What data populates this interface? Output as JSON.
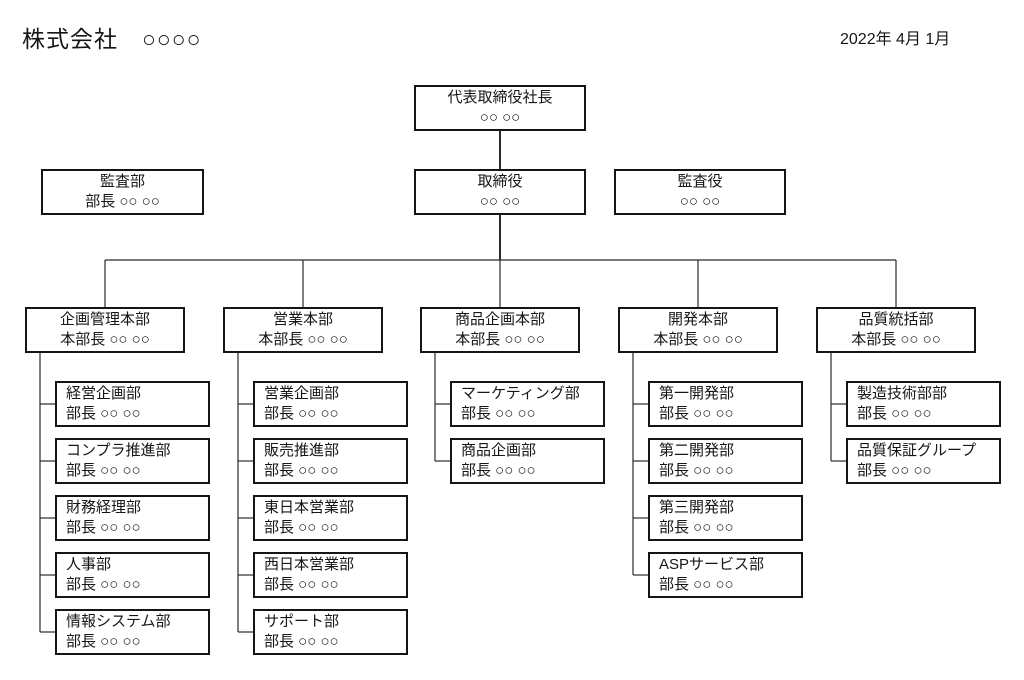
{
  "header": {
    "company_title": "株式会社　○○○○",
    "date": "2022年 4月 1月"
  },
  "colors": {
    "background": "#ffffff",
    "line": "#2a2a2a",
    "text": "#161616"
  },
  "org": {
    "president": {
      "title": "代表取締役社長",
      "name": "○○ ○○"
    },
    "audit_department": {
      "title": "監査部",
      "name": "部長 ○○ ○○"
    },
    "board_director": {
      "title": "取締役",
      "name": "○○ ○○"
    },
    "corporate_auditor": {
      "title": "監査役",
      "name": "○○ ○○"
    },
    "divisions": [
      {
        "title": "企画管理本部",
        "name": "本部長 ○○ ○○",
        "departments": [
          {
            "title": "経営企画部",
            "name": "部長 ○○ ○○"
          },
          {
            "title": "コンプラ推進部",
            "name": "部長 ○○ ○○"
          },
          {
            "title": "財務経理部",
            "name": "部長 ○○ ○○"
          },
          {
            "title": "人事部",
            "name": "部長 ○○ ○○"
          },
          {
            "title": "情報システム部",
            "name": "部長 ○○ ○○"
          }
        ]
      },
      {
        "title": "営業本部",
        "name": "本部長 ○○ ○○",
        "departments": [
          {
            "title": "営業企画部",
            "name": "部長 ○○ ○○"
          },
          {
            "title": "販売推進部",
            "name": "部長 ○○ ○○"
          },
          {
            "title": "東日本営業部",
            "name": "部長 ○○ ○○"
          },
          {
            "title": "西日本営業部",
            "name": "部長 ○○ ○○"
          },
          {
            "title": "サポート部",
            "name": "部長 ○○ ○○"
          }
        ]
      },
      {
        "title": "商品企画本部",
        "name": "本部長 ○○ ○○",
        "departments": [
          {
            "title": "マーケティング部",
            "name": "部長 ○○ ○○"
          },
          {
            "title": "商品企画部",
            "name": "部長 ○○ ○○"
          }
        ]
      },
      {
        "title": "開発本部",
        "name": "本部長 ○○ ○○",
        "departments": [
          {
            "title": "第一開発部",
            "name": "部長 ○○ ○○"
          },
          {
            "title": "第二開発部",
            "name": "部長 ○○ ○○"
          },
          {
            "title": "第三開発部",
            "name": "部長 ○○ ○○"
          },
          {
            "title": "ASPサービス部",
            "name": "部長 ○○ ○○"
          }
        ]
      },
      {
        "title": "品質統括部",
        "name": "本部長 ○○ ○○",
        "departments": [
          {
            "title": "製造技術部部",
            "name": "部長 ○○ ○○"
          },
          {
            "title": "品質保証グループ",
            "name": "部長 ○○ ○○"
          }
        ]
      }
    ]
  }
}
